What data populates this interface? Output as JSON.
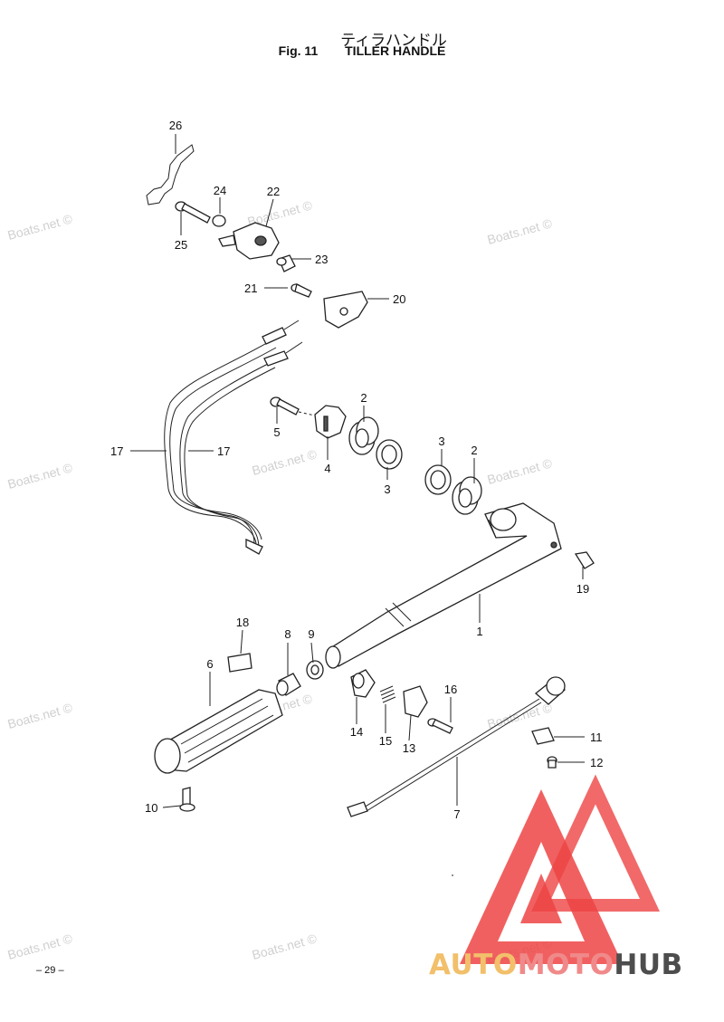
{
  "header": {
    "jp_title": "ティラハンドル",
    "fig_label": "Fig. 11",
    "en_title": "TILLER HANDLE"
  },
  "watermark": "Boats.net ©",
  "page_number": "– 29 –",
  "brand": {
    "part1": "AUTO",
    "part2": "MOTO",
    "part3": "HUB",
    "colors": {
      "part1": "#f2bf6a",
      "part2": "#f08a8a",
      "part3": "#4d4d4d",
      "logo": "#ee4444"
    }
  },
  "callouts": [
    {
      "id": "c26",
      "label": "26"
    },
    {
      "id": "c24",
      "label": "24"
    },
    {
      "id": "c22",
      "label": "22"
    },
    {
      "id": "c25",
      "label": "25"
    },
    {
      "id": "c23",
      "label": "23"
    },
    {
      "id": "c21",
      "label": "21"
    },
    {
      "id": "c20",
      "label": "20"
    },
    {
      "id": "c2a",
      "label": "2"
    },
    {
      "id": "c5",
      "label": "5"
    },
    {
      "id": "c17a",
      "label": "17"
    },
    {
      "id": "c17b",
      "label": "17"
    },
    {
      "id": "c4",
      "label": "4"
    },
    {
      "id": "c3a",
      "label": "3"
    },
    {
      "id": "c3b",
      "label": "3"
    },
    {
      "id": "c2b",
      "label": "2"
    },
    {
      "id": "c19",
      "label": "19"
    },
    {
      "id": "c1",
      "label": "1"
    },
    {
      "id": "c18",
      "label": "18"
    },
    {
      "id": "c8",
      "label": "8"
    },
    {
      "id": "c9",
      "label": "9"
    },
    {
      "id": "c6",
      "label": "6"
    },
    {
      "id": "c16",
      "label": "16"
    },
    {
      "id": "c14",
      "label": "14"
    },
    {
      "id": "c15",
      "label": "15"
    },
    {
      "id": "c13",
      "label": "13"
    },
    {
      "id": "c11",
      "label": "11"
    },
    {
      "id": "c12",
      "label": "12"
    },
    {
      "id": "c10",
      "label": "10"
    },
    {
      "id": "c7",
      "label": "7"
    }
  ]
}
